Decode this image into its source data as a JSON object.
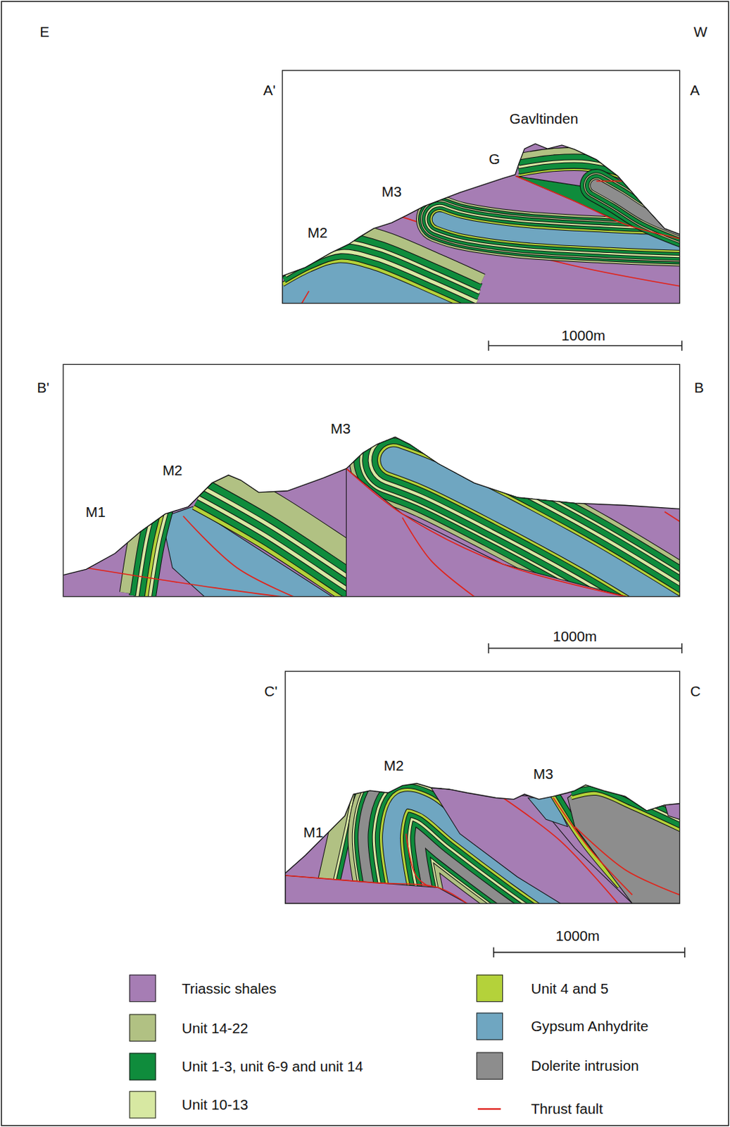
{
  "diagram": {
    "labels": [
      "E",
      "W",
      "A'",
      "A",
      "Gavltinden",
      "G",
      "M3",
      "M2",
      "1000m",
      "B'",
      "B",
      "M3",
      "M2",
      "M1",
      "1000m",
      "C'",
      "C",
      "M2",
      "M3",
      "M1",
      "1000m"
    ],
    "legend": [
      {
        "text": "Triassic shales",
        "color": "#a67db4"
      },
      {
        "text": "Unit 14-22",
        "color": "#b1c183"
      },
      {
        "text": "Unit 1-3, unit 6-9 and unit 14",
        "color": "#0f8c3c"
      },
      {
        "text": "Unit 10-13",
        "color": "#d7e8a2"
      },
      {
        "text": "Unit 4 and 5",
        "color": "#b4d23a"
      },
      {
        "text": "Gypsum Anhydrite",
        "color": "#6fa6c1"
      },
      {
        "text": "Dolerite intrusion",
        "color": "#8d8d8d"
      },
      {
        "text": "Thrust fault"
      }
    ]
  }
}
